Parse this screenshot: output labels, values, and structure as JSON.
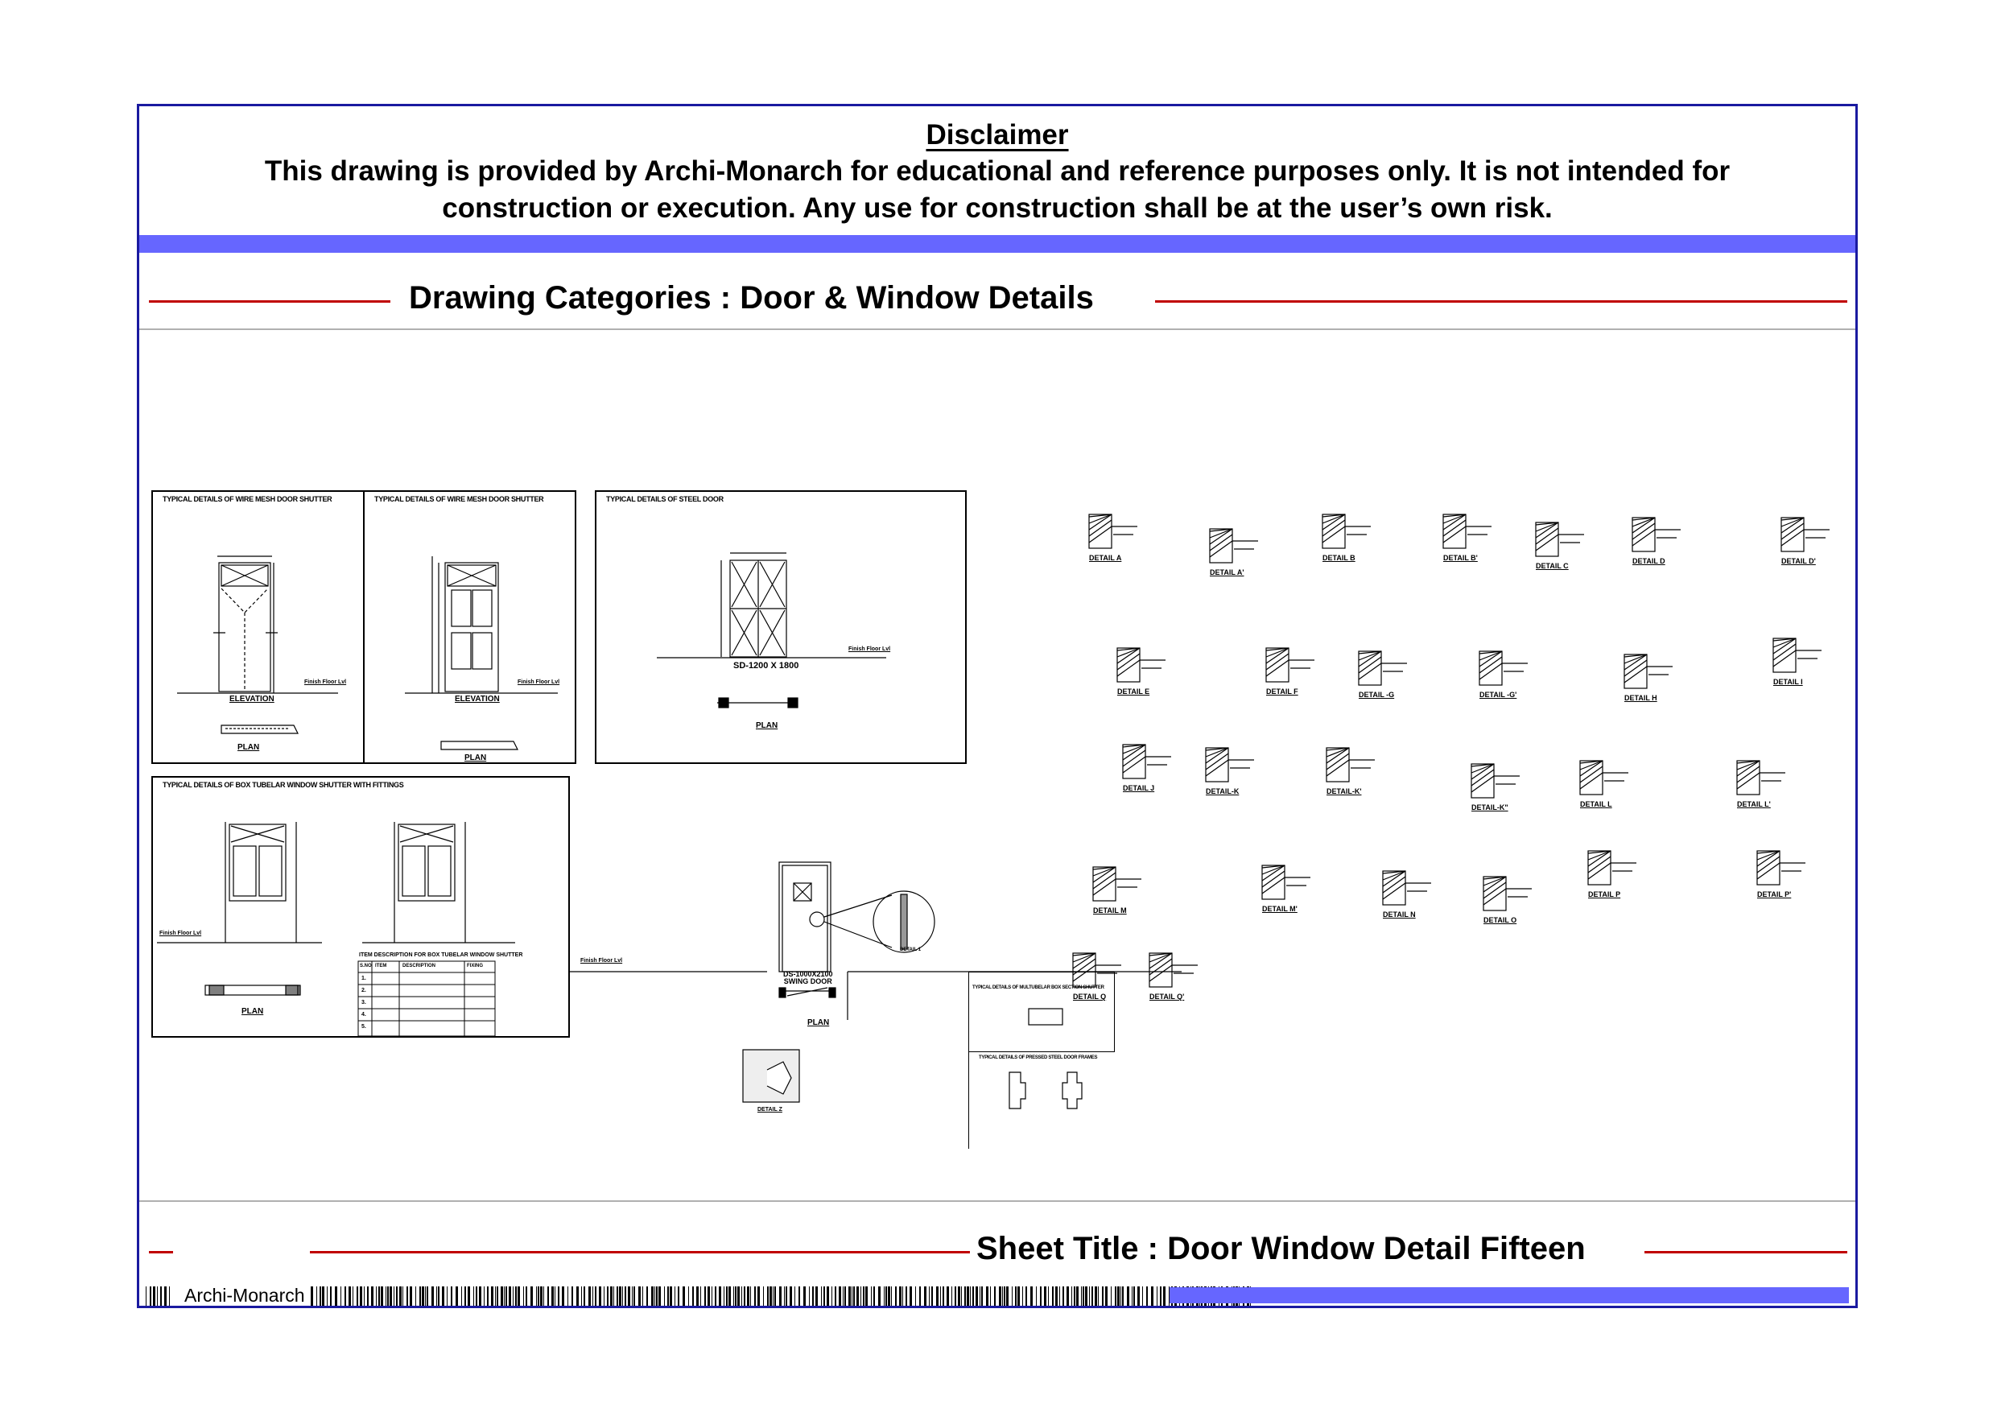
{
  "disclaimer": {
    "title": "Disclaimer",
    "text": "This drawing is provided by Archi-Monarch for educational and reference purposes only. It is not intended for construction or execution. Any use for construction shall be at the user’s own risk."
  },
  "category_heading": "Drawing Categories : Door & Window Details",
  "sheet_title": "Sheet Title : Door Window Detail Fifteen",
  "brand": "Archi-Monarch",
  "colors": {
    "frame_border": "#1a1aa0",
    "accent_band": "#6666ff",
    "rule_red": "#c00000",
    "divider_gray": "#b0b0b0"
  },
  "panels": {
    "wire_mesh_1": {
      "title": "TYPICAL DETAILS OF WIRE MESH DOOR SHUTTER",
      "elevation_label": "ELEVATION",
      "plan_label": "PLAN",
      "ffl_label": "Finish Floor Lvl"
    },
    "wire_mesh_2": {
      "title": "TYPICAL DETAILS OF WIRE MESH DOOR SHUTTER",
      "elevation_label": "ELEVATION",
      "plan_label": "PLAN",
      "ffl_label": "Finish Floor Lvl"
    },
    "steel_door": {
      "title": "TYPICAL DETAILS OF STEEL DOOR",
      "door_code": "SD-1200 X 1800",
      "plan_label": "PLAN",
      "ffl_label": "Finish Floor Lvl"
    },
    "box_tubular": {
      "title": "TYPICAL DETAILS OF BOX TUBELAR WINDOW SHUTTER WITH FITTINGS",
      "plan_label": "PLAN",
      "ffl_label": "Finish Floor Lvl",
      "table_title": "ITEM DESCRIPTION FOR BOX TUBELAR WINDOW SHUTTER",
      "table_headers": [
        "S.NO",
        "ITEM",
        "DESCRIPTION",
        "FIXING"
      ],
      "table_rows": [
        [
          "1."
        ],
        [
          "2."
        ],
        [
          "3."
        ],
        [
          "4."
        ],
        [
          "5."
        ]
      ]
    },
    "swing_door": {
      "door_code": "DS-1000X2100",
      "door_name": "SWING DOOR",
      "plan_label": "PLAN",
      "detail_label": "DETAIL 1",
      "ffl_label": "Finish Floor Lvl"
    },
    "multi_tubular": {
      "title": "TYPICAL DETAILS OF MULTUBELAR BOX SECTION SHUTTER"
    },
    "pressed_steel_frame": {
      "title": "TYPICAL DETAILS OF PRESSED STEEL DOOR FRAMES"
    },
    "detail_z": {
      "label": "DETAIL Z"
    }
  },
  "details": [
    "DETAIL A",
    "DETAIL A'",
    "DETAIL B",
    "DETAIL B'",
    "DETAIL C",
    "DETAIL D",
    "DETAIL D'",
    "DETAIL E",
    "DETAIL F",
    "DETAIL -G",
    "DETAIL -G'",
    "DETAIL H",
    "DETAIL I",
    "DETAIL J",
    "DETAIL-K",
    "DETAIL-K'",
    "DETAIL-K\"",
    "DETAIL L",
    "DETAIL L'",
    "DETAIL M",
    "DETAIL M'",
    "DETAIL N",
    "DETAIL O",
    "DETAIL P",
    "DETAIL P'",
    "DETAIL Q",
    "DETAIL Q'"
  ]
}
